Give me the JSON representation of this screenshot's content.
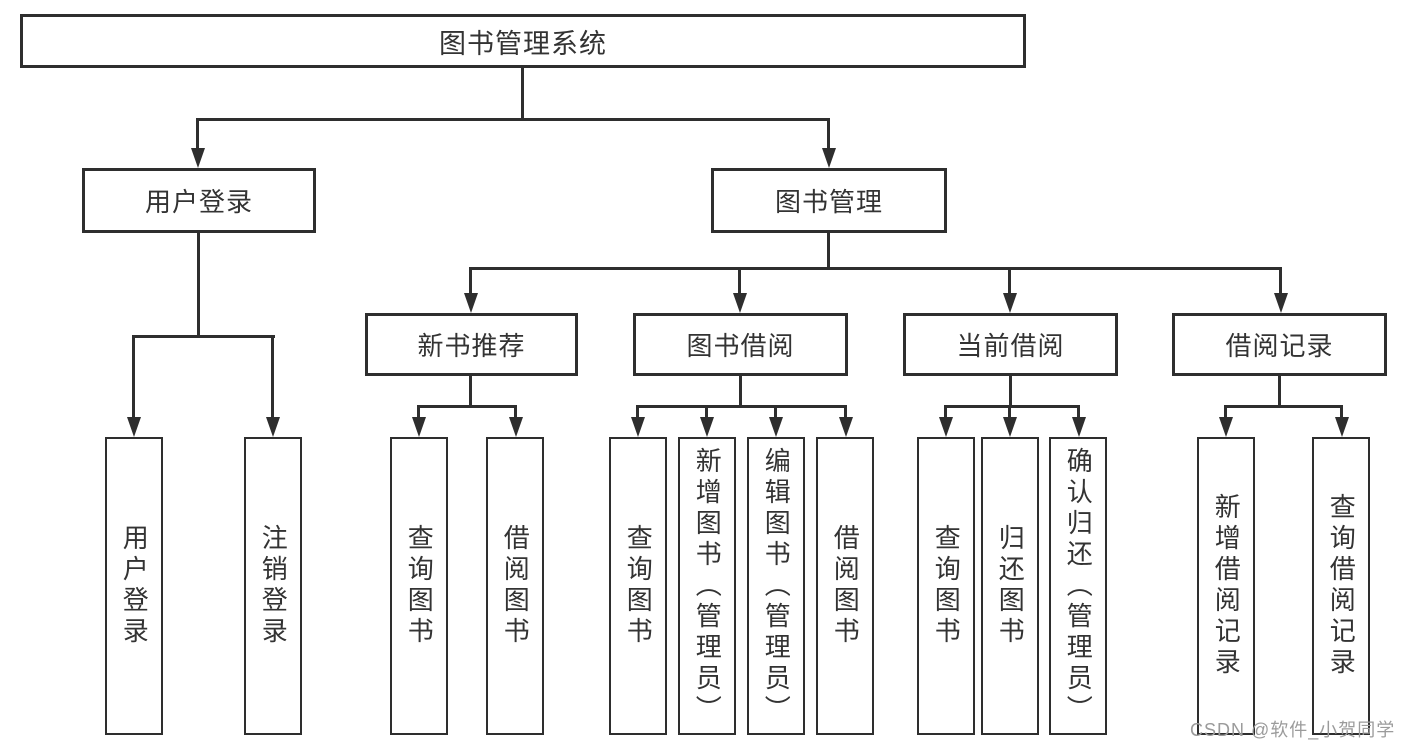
{
  "diagram": {
    "root": "图书管理系统",
    "level2": [
      "用户登录",
      "图书管理"
    ],
    "level3": [
      "新书推荐",
      "图书借阅",
      "当前借阅",
      "借阅记录"
    ],
    "level4_groups": {
      "login": [
        "用户登录",
        "注销登录"
      ],
      "new_book": [
        "查询图书",
        "借阅图书"
      ],
      "book_borrow": [
        "查询图书",
        "新增图书（管理员）",
        "编辑图书（管理员）",
        "借阅图书"
      ],
      "current_borrow": [
        "查询图书",
        "归还图书",
        "确认归还（管理员）"
      ],
      "borrow_record": [
        "新增借阅记录",
        "查询借阅记录"
      ]
    },
    "watermark": "CSDN @软件_小贺同学"
  },
  "colors": {
    "line": "#2e2e2e",
    "text": "#333333",
    "watermark": "#9b9b9b",
    "background": "#ffffff"
  }
}
